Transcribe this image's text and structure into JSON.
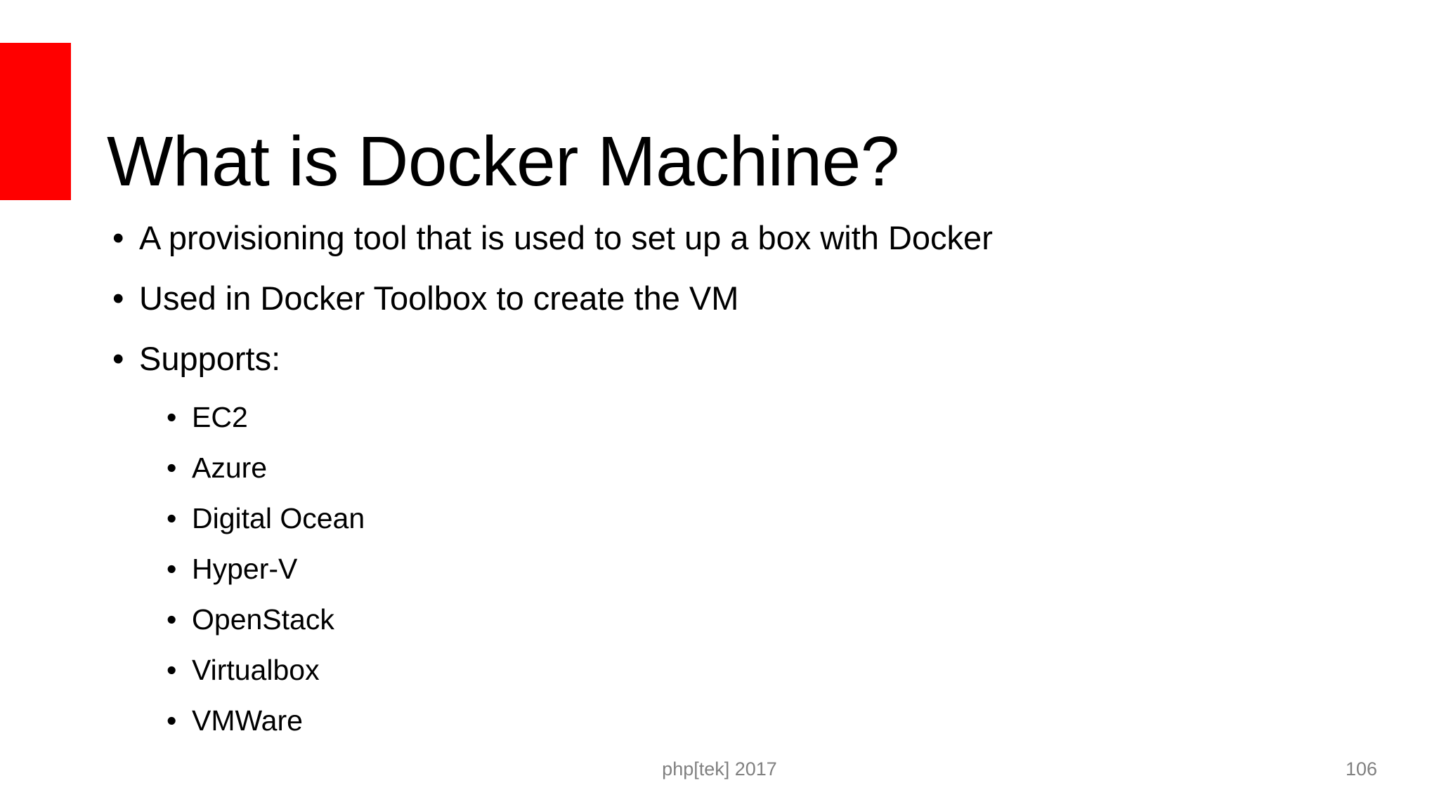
{
  "slide": {
    "title": "What is Docker Machine?",
    "accent_color": "#ff0000",
    "background_color": "#ffffff",
    "text_color": "#000000",
    "bullet_glyph": "•",
    "bullets": [
      {
        "text": "A provisioning tool that is used to set up a box with Docker"
      },
      {
        "text": "Used in Docker Toolbox to create the VM"
      },
      {
        "text": "Supports:"
      }
    ],
    "sub_bullets": [
      {
        "text": "EC2"
      },
      {
        "text": "Azure"
      },
      {
        "text": "Digital Ocean"
      },
      {
        "text": "Hyper-V"
      },
      {
        "text": "OpenStack"
      },
      {
        "text": "Virtualbox"
      },
      {
        "text": "VMWare"
      }
    ],
    "footer": {
      "event": "php[tek] 2017",
      "page_number": "106",
      "color": "#808080"
    }
  }
}
